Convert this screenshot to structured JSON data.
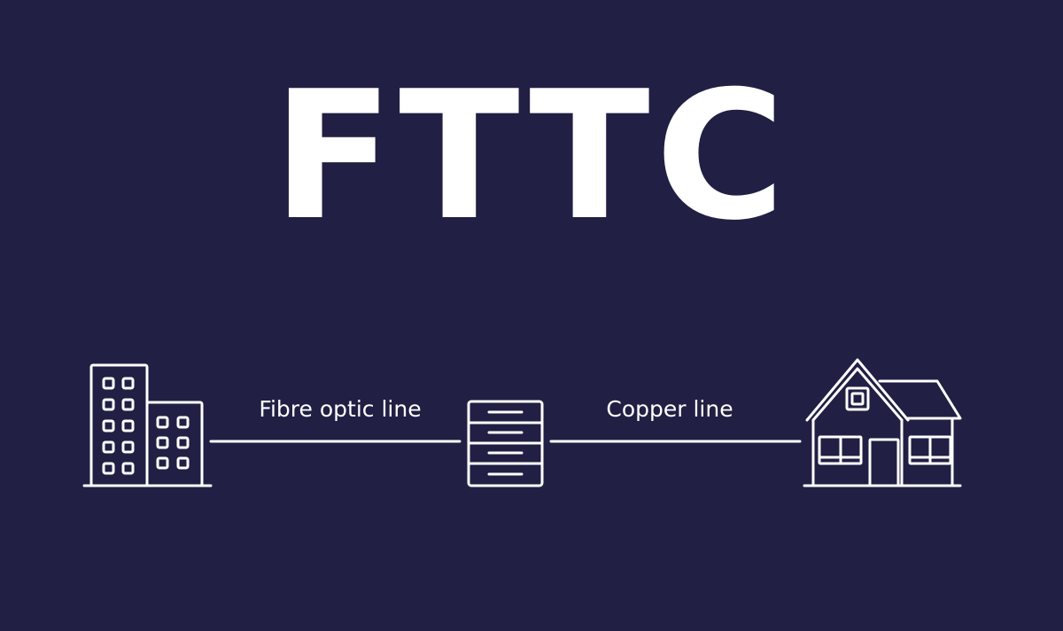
{
  "title": "FTTC",
  "connections": {
    "fibre_label": "Fibre optic line",
    "copper_label": "Copper line"
  },
  "nodes": {
    "exchange_icon": "office-building-icon",
    "cabinet_icon": "street-cabinet-icon",
    "home_icon": "house-icon"
  },
  "colors": {
    "background": "#211f43",
    "foreground": "#ffffff"
  }
}
